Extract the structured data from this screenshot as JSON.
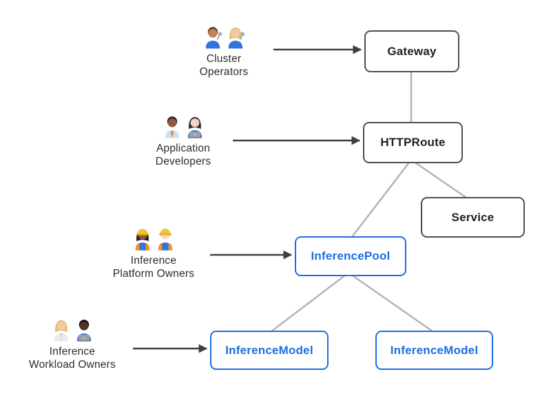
{
  "diagram": {
    "background": "#ffffff",
    "colors": {
      "background": "#ffffff",
      "neutral_border": "#4d4d4d",
      "neutral_text": "#1f1f1f",
      "blue": "#1a6ee0",
      "connector": "#b3b3b3",
      "arrow": "#3f3f3f",
      "label_text": "#2b2b2b"
    },
    "nodes": [
      {
        "id": "gateway",
        "label": "Gateway",
        "variant": "neutral"
      },
      {
        "id": "httproute",
        "label": "HTTPRoute",
        "variant": "neutral"
      },
      {
        "id": "service",
        "label": "Service",
        "variant": "neutral"
      },
      {
        "id": "inferencepool",
        "label": "InferencePool",
        "variant": "blue"
      },
      {
        "id": "inferencemodel-1",
        "label": "InferenceModel",
        "variant": "blue"
      },
      {
        "id": "inferencemodel-2",
        "label": "InferenceModel",
        "variant": "blue"
      }
    ],
    "edges": [
      {
        "from": "gateway",
        "to": "httproute"
      },
      {
        "from": "httproute",
        "to": "service"
      },
      {
        "from": "httproute",
        "to": "inferencepool"
      },
      {
        "from": "inferencepool",
        "to": "inferencemodel-1"
      },
      {
        "from": "inferencepool",
        "to": "inferencemodel-2"
      }
    ],
    "personas": [
      {
        "id": "cluster-operators",
        "label": "Cluster\nOperators",
        "points_to": "gateway",
        "icons": [
          {
            "name": "man-mechanic-icon",
            "skin": "#c08552",
            "hair": "#5a4232",
            "hair_length": "short",
            "shirt": "#3273dc",
            "accessory": "wrench"
          },
          {
            "name": "woman-mechanic-icon",
            "skin": "#f1c9a5",
            "hair": "#e3bf6f",
            "hair_length": "long",
            "shirt": "#3273dc",
            "accessory": "wrench"
          }
        ]
      },
      {
        "id": "application-developers",
        "label": "Application\nDevelopers",
        "points_to": "httproute",
        "icons": [
          {
            "name": "man-office-worker-icon",
            "skin": "#8d5a3c",
            "hair": "#2e241d",
            "hair_length": "short",
            "shirt": "#cde1f4",
            "accessory": "tie"
          },
          {
            "name": "woman-technologist-icon",
            "skin": "#f5d4bb",
            "hair": "#2b2f36",
            "hair_length": "long",
            "shirt": "#3273dc",
            "accessory": "laptop"
          }
        ]
      },
      {
        "id": "inference-platform-owners",
        "label": "Inference\nPlatform Owners",
        "points_to": "inferencepool",
        "icons": [
          {
            "name": "woman-construction-worker-icon",
            "skin": "#8d5a3c",
            "hair": "#26201b",
            "hair_length": "long",
            "shirt": "#3273dc",
            "accessory": "hardhat",
            "vest": "#f0912f"
          },
          {
            "name": "man-construction-worker-icon",
            "skin": "#f5dcc0",
            "hair": "#6d5639",
            "hair_length": "short",
            "shirt": "#3273dc",
            "accessory": "hardhat",
            "vest": "#f0912f"
          }
        ]
      },
      {
        "id": "inference-workload-owners",
        "label": "Inference\nWorkload Owners",
        "points_to": "inferencemodel-1",
        "icons": [
          {
            "name": "scientist-icon",
            "skin": "#f1c9a5",
            "hair": "#e3bf6f",
            "hair_length": "long",
            "shirt": "#e9ebee",
            "accessory": "coat"
          },
          {
            "name": "man-technologist-icon",
            "skin": "#4f3527",
            "hair": "#15100c",
            "hair_length": "short",
            "shirt": "#3273dc",
            "accessory": "laptop"
          }
        ]
      }
    ]
  }
}
